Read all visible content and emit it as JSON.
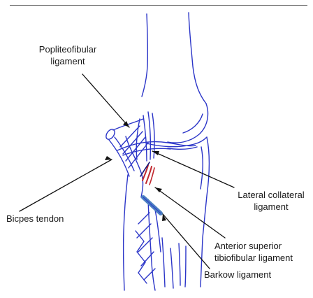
{
  "labels": {
    "popliteofibular_line1": "Popliteofibular",
    "popliteofibular_line2": "ligament",
    "biceps_tendon": "Bicpes tendon",
    "lateral_collateral_line1": "Lateral collateral",
    "lateral_collateral_line2": "ligament",
    "anterior_superior_line1": "Anterior superior",
    "anterior_superior_line2": "tibiofibular ligament",
    "barkow": "Barkow ligament"
  },
  "colors": {
    "ink": "#2b35c8",
    "pointer": "#111111",
    "highlight_red": "#c0272d",
    "highlight_blue": "#4a7fc1"
  }
}
